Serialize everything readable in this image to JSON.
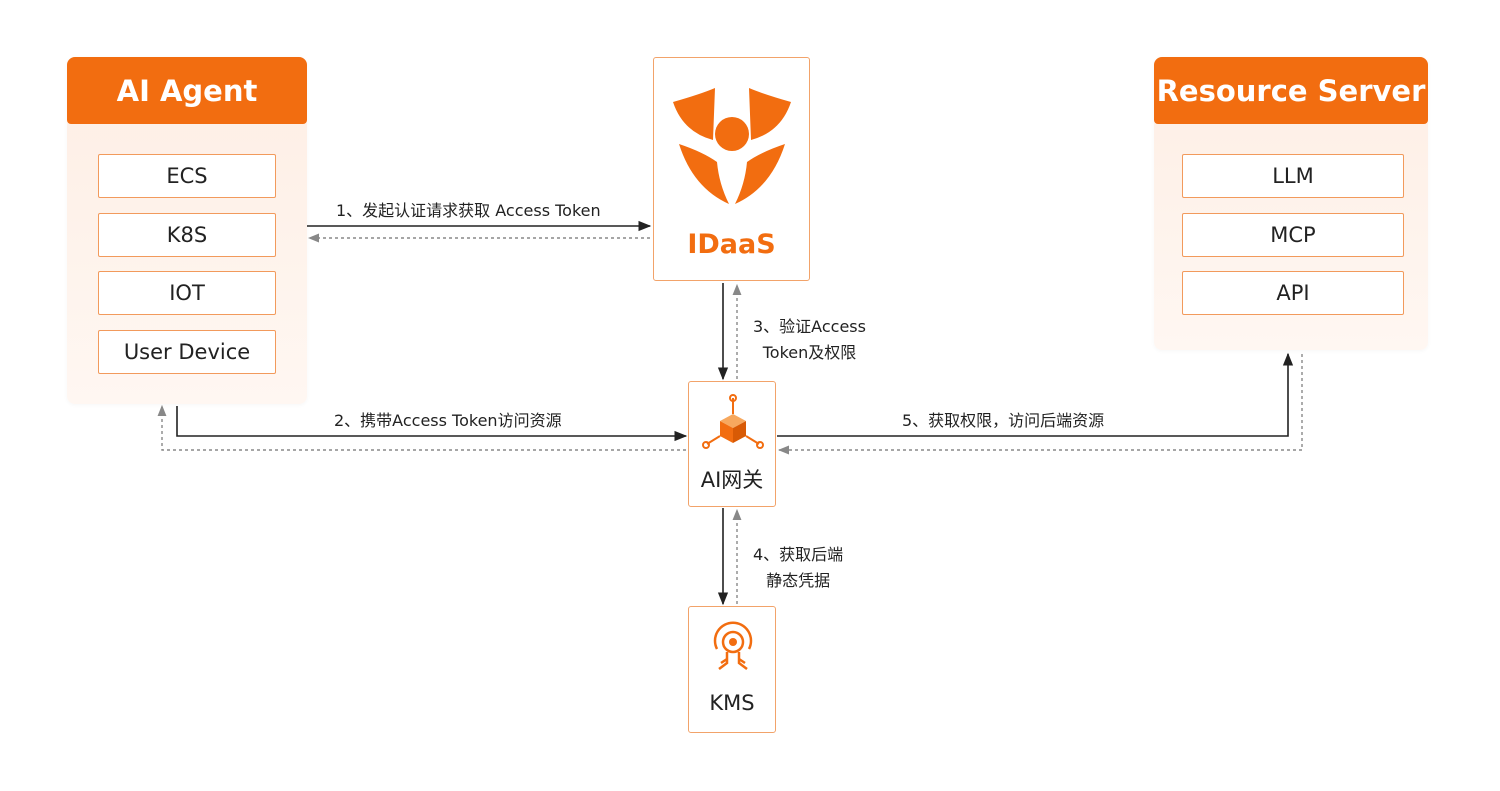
{
  "left_panel": {
    "title": "AI Agent",
    "items": [
      "ECS",
      "K8S",
      "IOT",
      "User Device"
    ]
  },
  "right_panel": {
    "title": "Resource Server",
    "items": [
      "LLM",
      "MCP",
      "API"
    ]
  },
  "nodes": {
    "idaas": "IDaaS",
    "gateway": "AI网关",
    "kms": "KMS"
  },
  "edges": {
    "step1": "1、发起认证请求获取 Access Token",
    "step2": "2、携带Access Token访问资源",
    "step3_line1": "3、验证Access",
    "step3_line2": "Token及权限",
    "step4_line1": "4、获取后端",
    "step4_line2": "静态凭据",
    "step5": "5、获取权限，访问后端资源"
  },
  "colors": {
    "brand_orange": "#f26d10",
    "border_orange": "#f29a5c",
    "arrow_solid": "#222222",
    "arrow_dashed": "#888888"
  },
  "icons": [
    "shield-icon",
    "gateway-cube-icon",
    "key-icon"
  ]
}
